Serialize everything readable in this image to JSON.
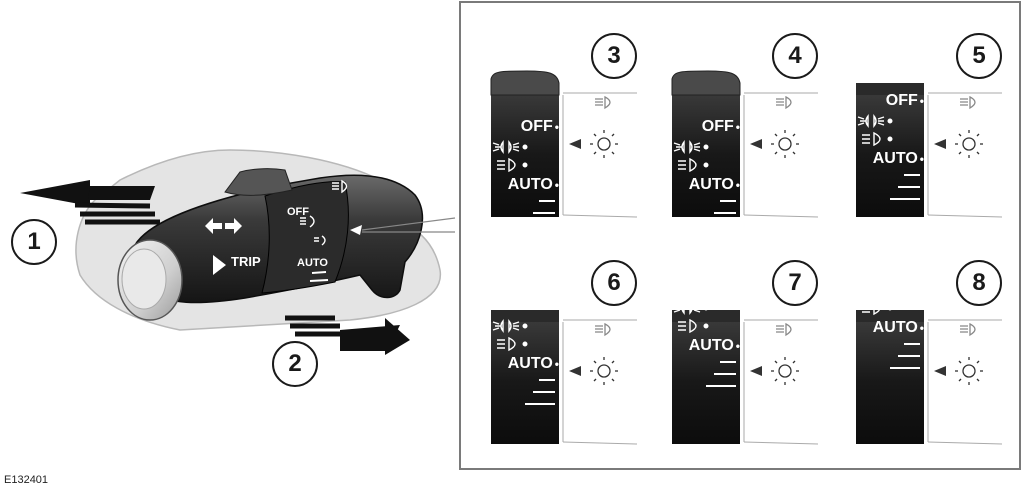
{
  "left": {
    "callouts": [
      "1",
      "2"
    ],
    "lever_labels": {
      "trip": "TRIP",
      "off": "OFF",
      "auto": "AUTO"
    }
  },
  "panel": {
    "positions": [
      {
        "callout": "3",
        "offset": 0
      },
      {
        "callout": "4",
        "offset": 0
      },
      {
        "callout": "5",
        "offset": -26
      },
      {
        "callout": "6",
        "offset": -48
      },
      {
        "callout": "7",
        "offset": -66
      },
      {
        "callout": "8",
        "offset": -84
      }
    ],
    "labels": {
      "off": "OFF",
      "auto": "AUTO"
    }
  },
  "reference": "E132401"
}
